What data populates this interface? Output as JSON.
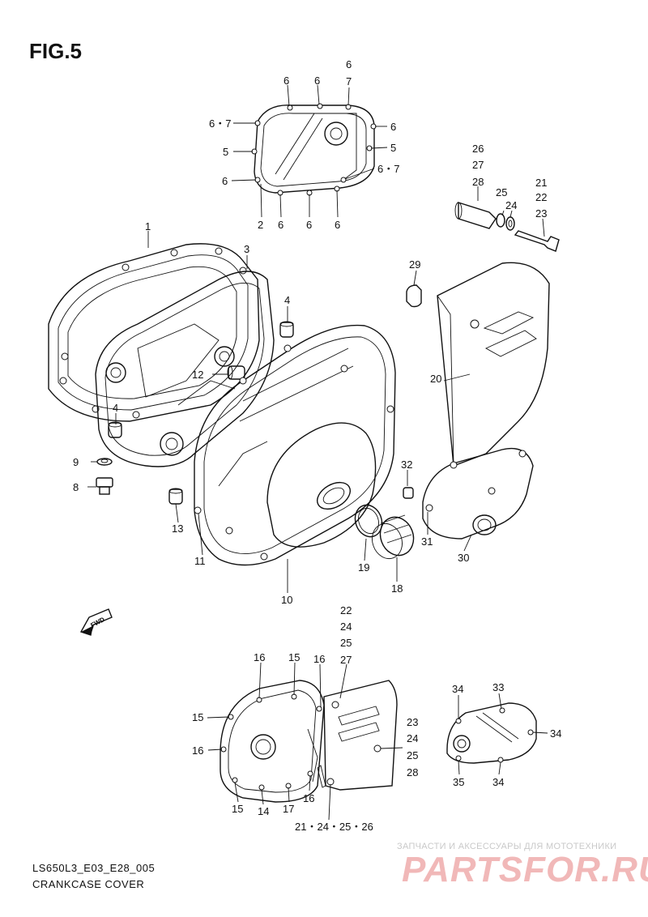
{
  "figure": {
    "title": "FIG.5",
    "code": "LS650L3_E03_E28_005",
    "caption": "CRANKCASE COVER"
  },
  "watermark": {
    "tagline": "ЗАПЧАСТИ И АКСЕССУАРЫ ДЛЯ МОТОТЕХНИКИ",
    "logo": "PARTSFOR.RU",
    "color": "#f1b8b8"
  },
  "direction_arrow": {
    "label": "FWD"
  },
  "part_labels": {
    "t6a": "6",
    "t6b": "6",
    "t6c": "6",
    "t7c": "7",
    "t67l": "6・7",
    "t6r": "6",
    "t5l": "5",
    "t5r": "5",
    "t6l2": "6",
    "t67r": "6・7",
    "b2": "2",
    "b6a": "6",
    "b6b": "6",
    "b6c": "6",
    "p1": "1",
    "p3": "3",
    "p4a": "4",
    "p12": "12",
    "p4b": "4",
    "p9": "9",
    "p8": "8",
    "p13": "13",
    "p11": "11",
    "p10": "10",
    "p19": "19",
    "p18": "18",
    "p26": "26",
    "p27": "27",
    "p28": "28",
    "p25": "25",
    "p24": "24",
    "p21": "21",
    "p22": "22",
    "p23": "23",
    "p29": "29",
    "p20": "20",
    "p32": "32",
    "p31": "31",
    "p30": "30",
    "c22": "22",
    "c24": "24",
    "c25": "25",
    "c27": "27",
    "c16a": "16",
    "c15a": "15",
    "c16b": "16",
    "c15b": "15",
    "c16c": "16",
    "c23": "23",
    "c24b": "24",
    "c25b": "25",
    "c28": "28",
    "c15c": "15",
    "c14": "14",
    "c17": "17",
    "c16d": "16",
    "c2124": "21・24・25・26",
    "s34a": "34",
    "s33": "33",
    "s34b": "34",
    "s35": "35",
    "s34c": "34"
  }
}
